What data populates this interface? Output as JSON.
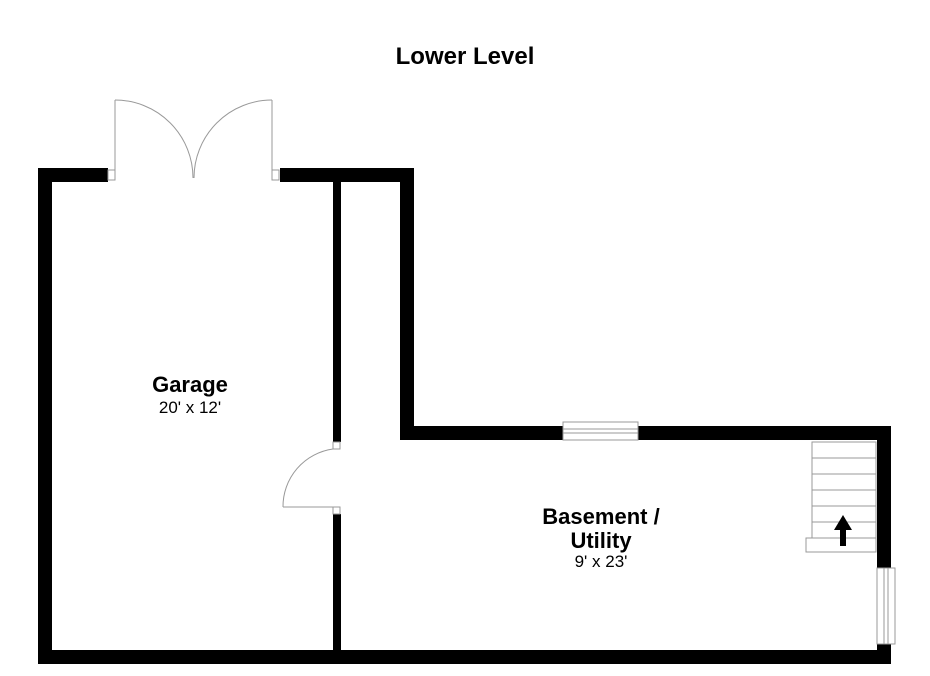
{
  "plan": {
    "title": "Lower Level",
    "rooms": [
      {
        "id": "garage",
        "name": "Garage",
        "dimensions": "20' x 12'"
      },
      {
        "id": "basement",
        "name_line1": "Basement /",
        "name_line2": "Utility",
        "dimensions": "9' x 23'"
      }
    ]
  },
  "colors": {
    "wall": "#000000",
    "fixture_stroke": "#999999",
    "background": "#ffffff"
  }
}
